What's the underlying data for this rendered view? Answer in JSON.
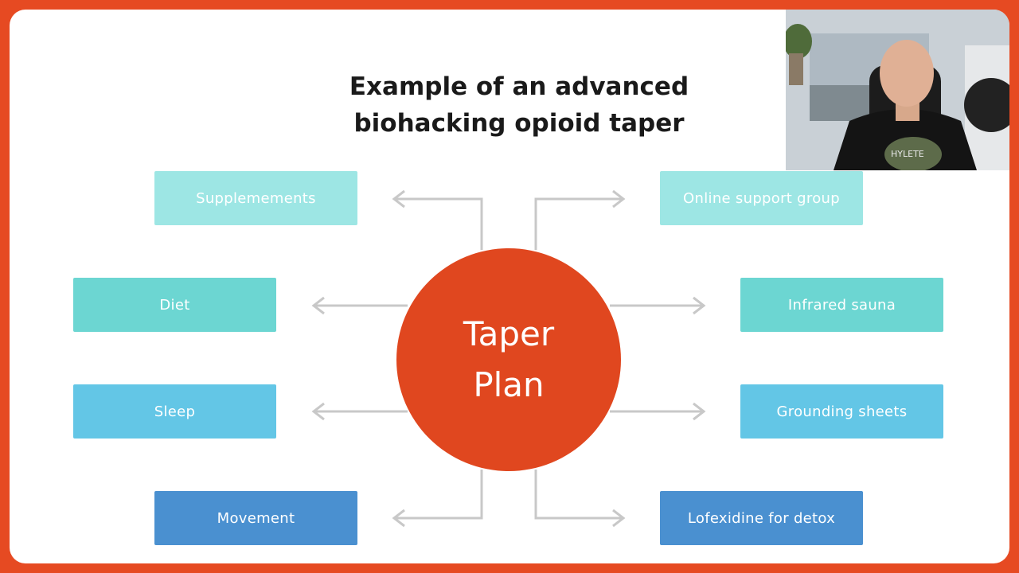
{
  "title_lines": [
    "Example of an advanced",
    "biohacking opioid taper"
  ],
  "center": {
    "lines": [
      "Taper",
      "Plan"
    ],
    "color": "#e0471f"
  },
  "left_items": [
    {
      "label": "Supplemements",
      "color": "#9de6e4"
    },
    {
      "label": "Diet",
      "color": "#6cd6d2"
    },
    {
      "label": "Sleep",
      "color": "#63c6e6"
    },
    {
      "label": "Movement",
      "color": "#4a90d0"
    }
  ],
  "right_items": [
    {
      "label": "Online support group",
      "color": "#9de6e4"
    },
    {
      "label": "Infrared sauna",
      "color": "#6cd6d2"
    },
    {
      "label": "Grounding sheets",
      "color": "#63c6e6"
    },
    {
      "label": "Lofexidine for detox",
      "color": "#4a90d0"
    }
  ],
  "webcam": {
    "shirt_text": "HYLETE"
  },
  "colors": {
    "frame": "#e64a22",
    "connector": "#c8c8c8"
  }
}
